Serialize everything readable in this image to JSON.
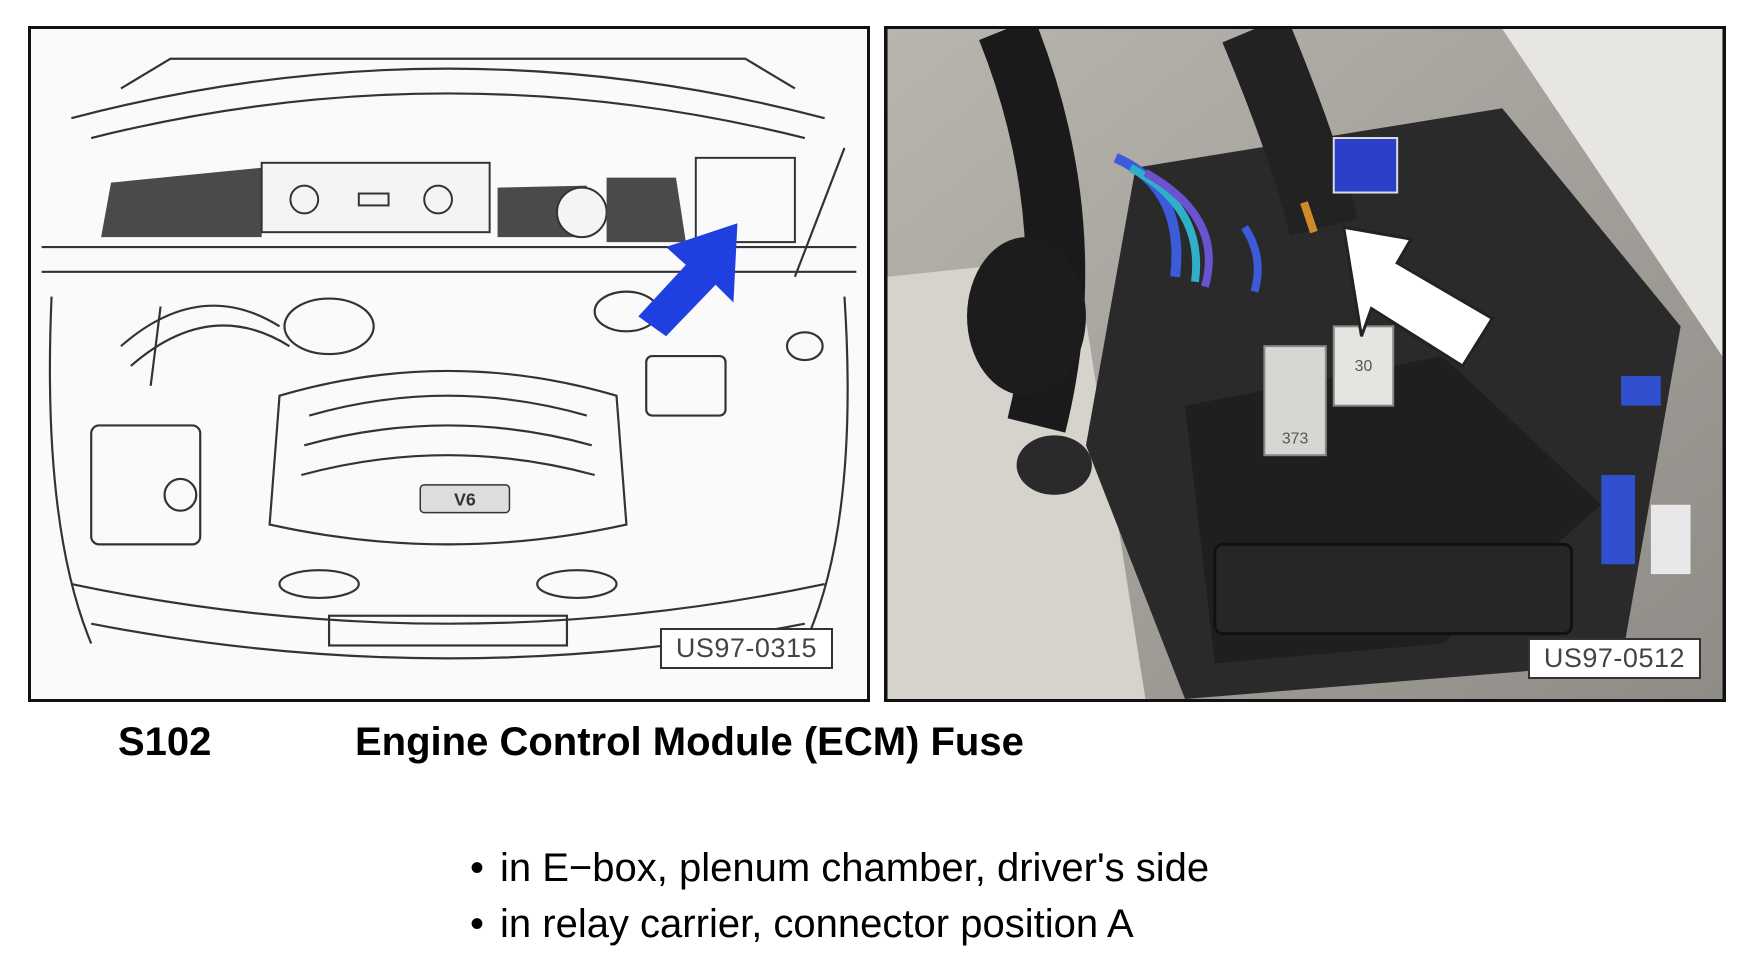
{
  "figures": {
    "left": {
      "code": "US97-0315",
      "arrow_color": "#1f3fe0",
      "engine_cover_text": "V6"
    },
    "right": {
      "code": "US97-0512",
      "relay_labels": [
        "373",
        "30"
      ],
      "arrow_color": "#ffffff"
    }
  },
  "component": {
    "id": "S102",
    "title": "Engine Control Module (ECM) Fuse"
  },
  "locations": [
    "in E−box, plenum chamber, driver's side",
    "in relay carrier, connector position A"
  ],
  "bullet_glyph": "•"
}
